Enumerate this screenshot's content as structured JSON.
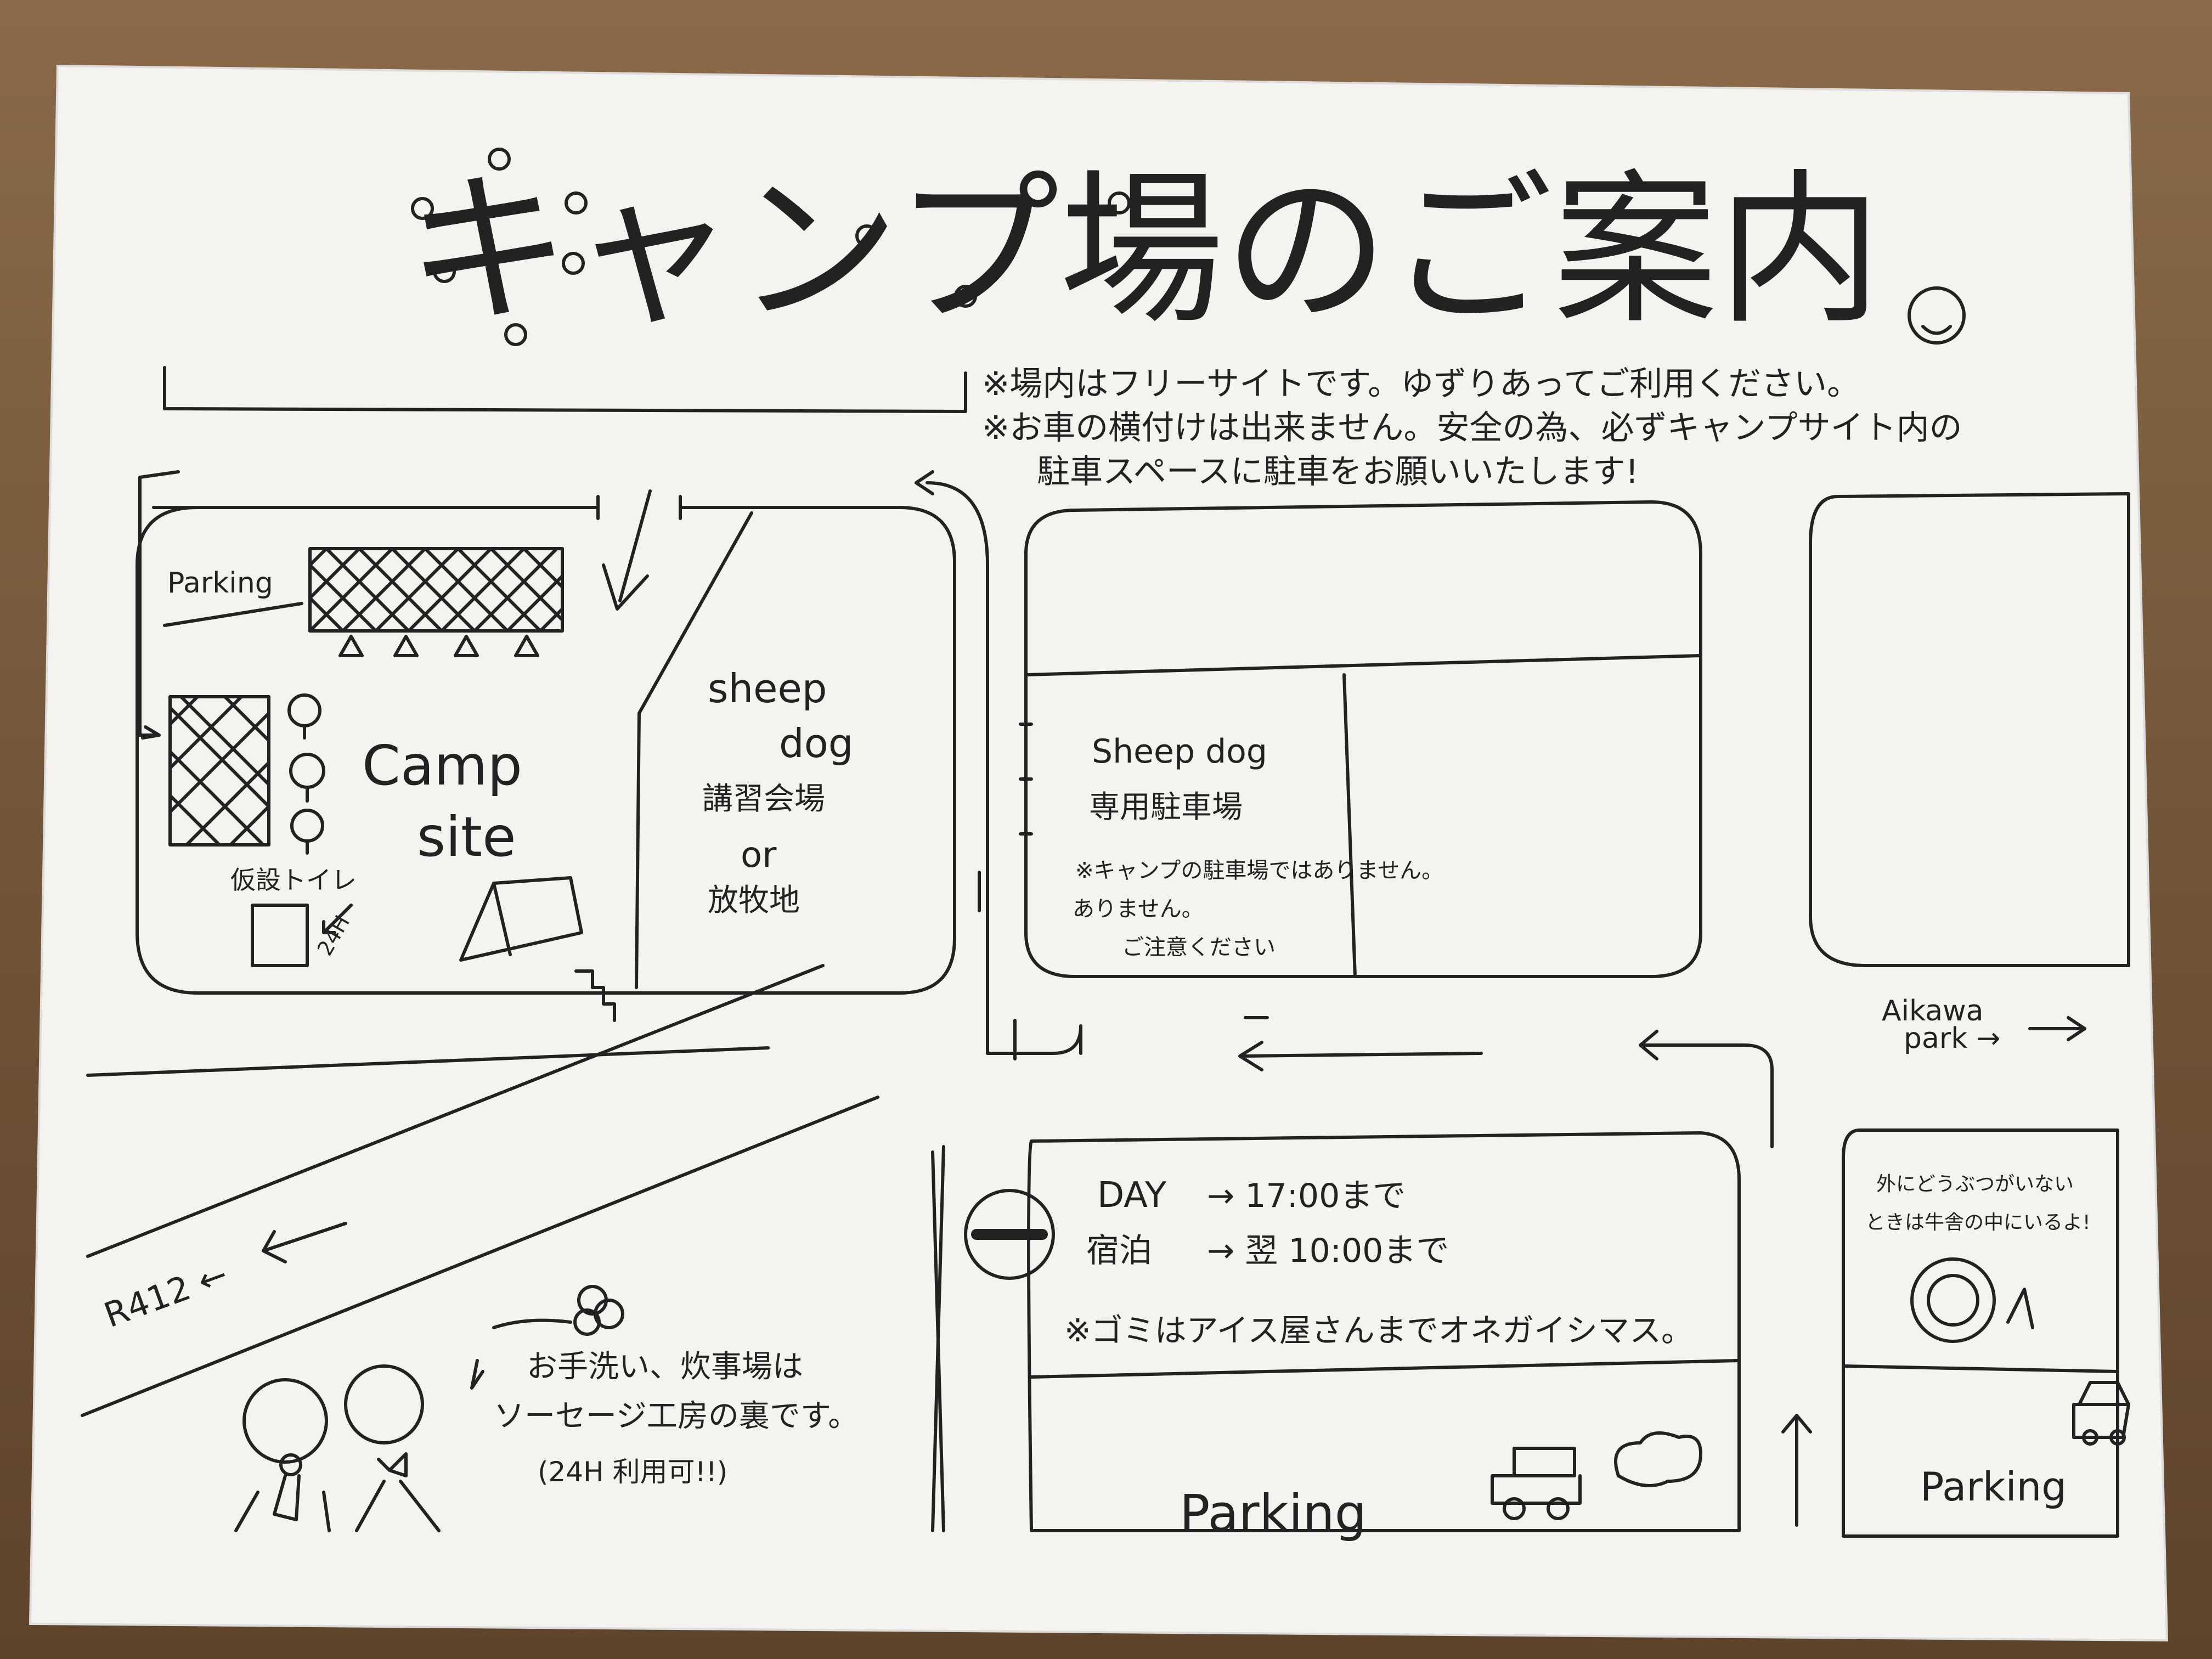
{
  "title": {
    "text": "キャンプ場のご案内"
  },
  "notes": {
    "line1": "※場内はフリーサイトです。ゆずりあってご利用ください。",
    "line2": "※お車の横付けは出来ません。安全の為、必ずキャンプサイト内の",
    "line3": "駐車スペースに駐車をお願いいたします!"
  },
  "camp_block": {
    "parking_label": "Parking",
    "camp_label_1": "Camp",
    "camp_label_2": "site",
    "toilet_label": "仮設トイレ",
    "toilet_hours": "24H"
  },
  "sheep_area": {
    "line1": "sheep",
    "line2": "dog",
    "line3": "講習会場",
    "line4": "or",
    "line5": "放牧地"
  },
  "sheepdog_parking": {
    "line1": "Sheep dog",
    "line2": "専用駐車場",
    "note1": "※キャンプの駐車場ではありません。",
    "note2": "ありません。",
    "note3": "ご注意ください"
  },
  "aikawa": {
    "line1": "Aikawa",
    "line2": "park →"
  },
  "animal_note": {
    "line1": "外にどうぶつがいない",
    "line2": "ときは牛舎の中にいるよ!"
  },
  "road": {
    "label": "R412 ←"
  },
  "hours": {
    "day_label": "DAY",
    "day_value": "→ 17:00まで",
    "stay_label": "宿泊",
    "stay_value": "→ 翌 10:00まで",
    "garbage": "※ゴミはアイス屋さんまでオネガイシマス。"
  },
  "facilities": {
    "line1": "お手洗い、炊事場は",
    "line2": "ソーセージ工房の裏です。",
    "line3": "(24H 利用可!!)"
  },
  "parking_labels": {
    "bottom_center": "Parking",
    "bottom_right": "Parking"
  },
  "colors": {
    "paper": "#f4f3ef",
    "ink": "#222222"
  }
}
